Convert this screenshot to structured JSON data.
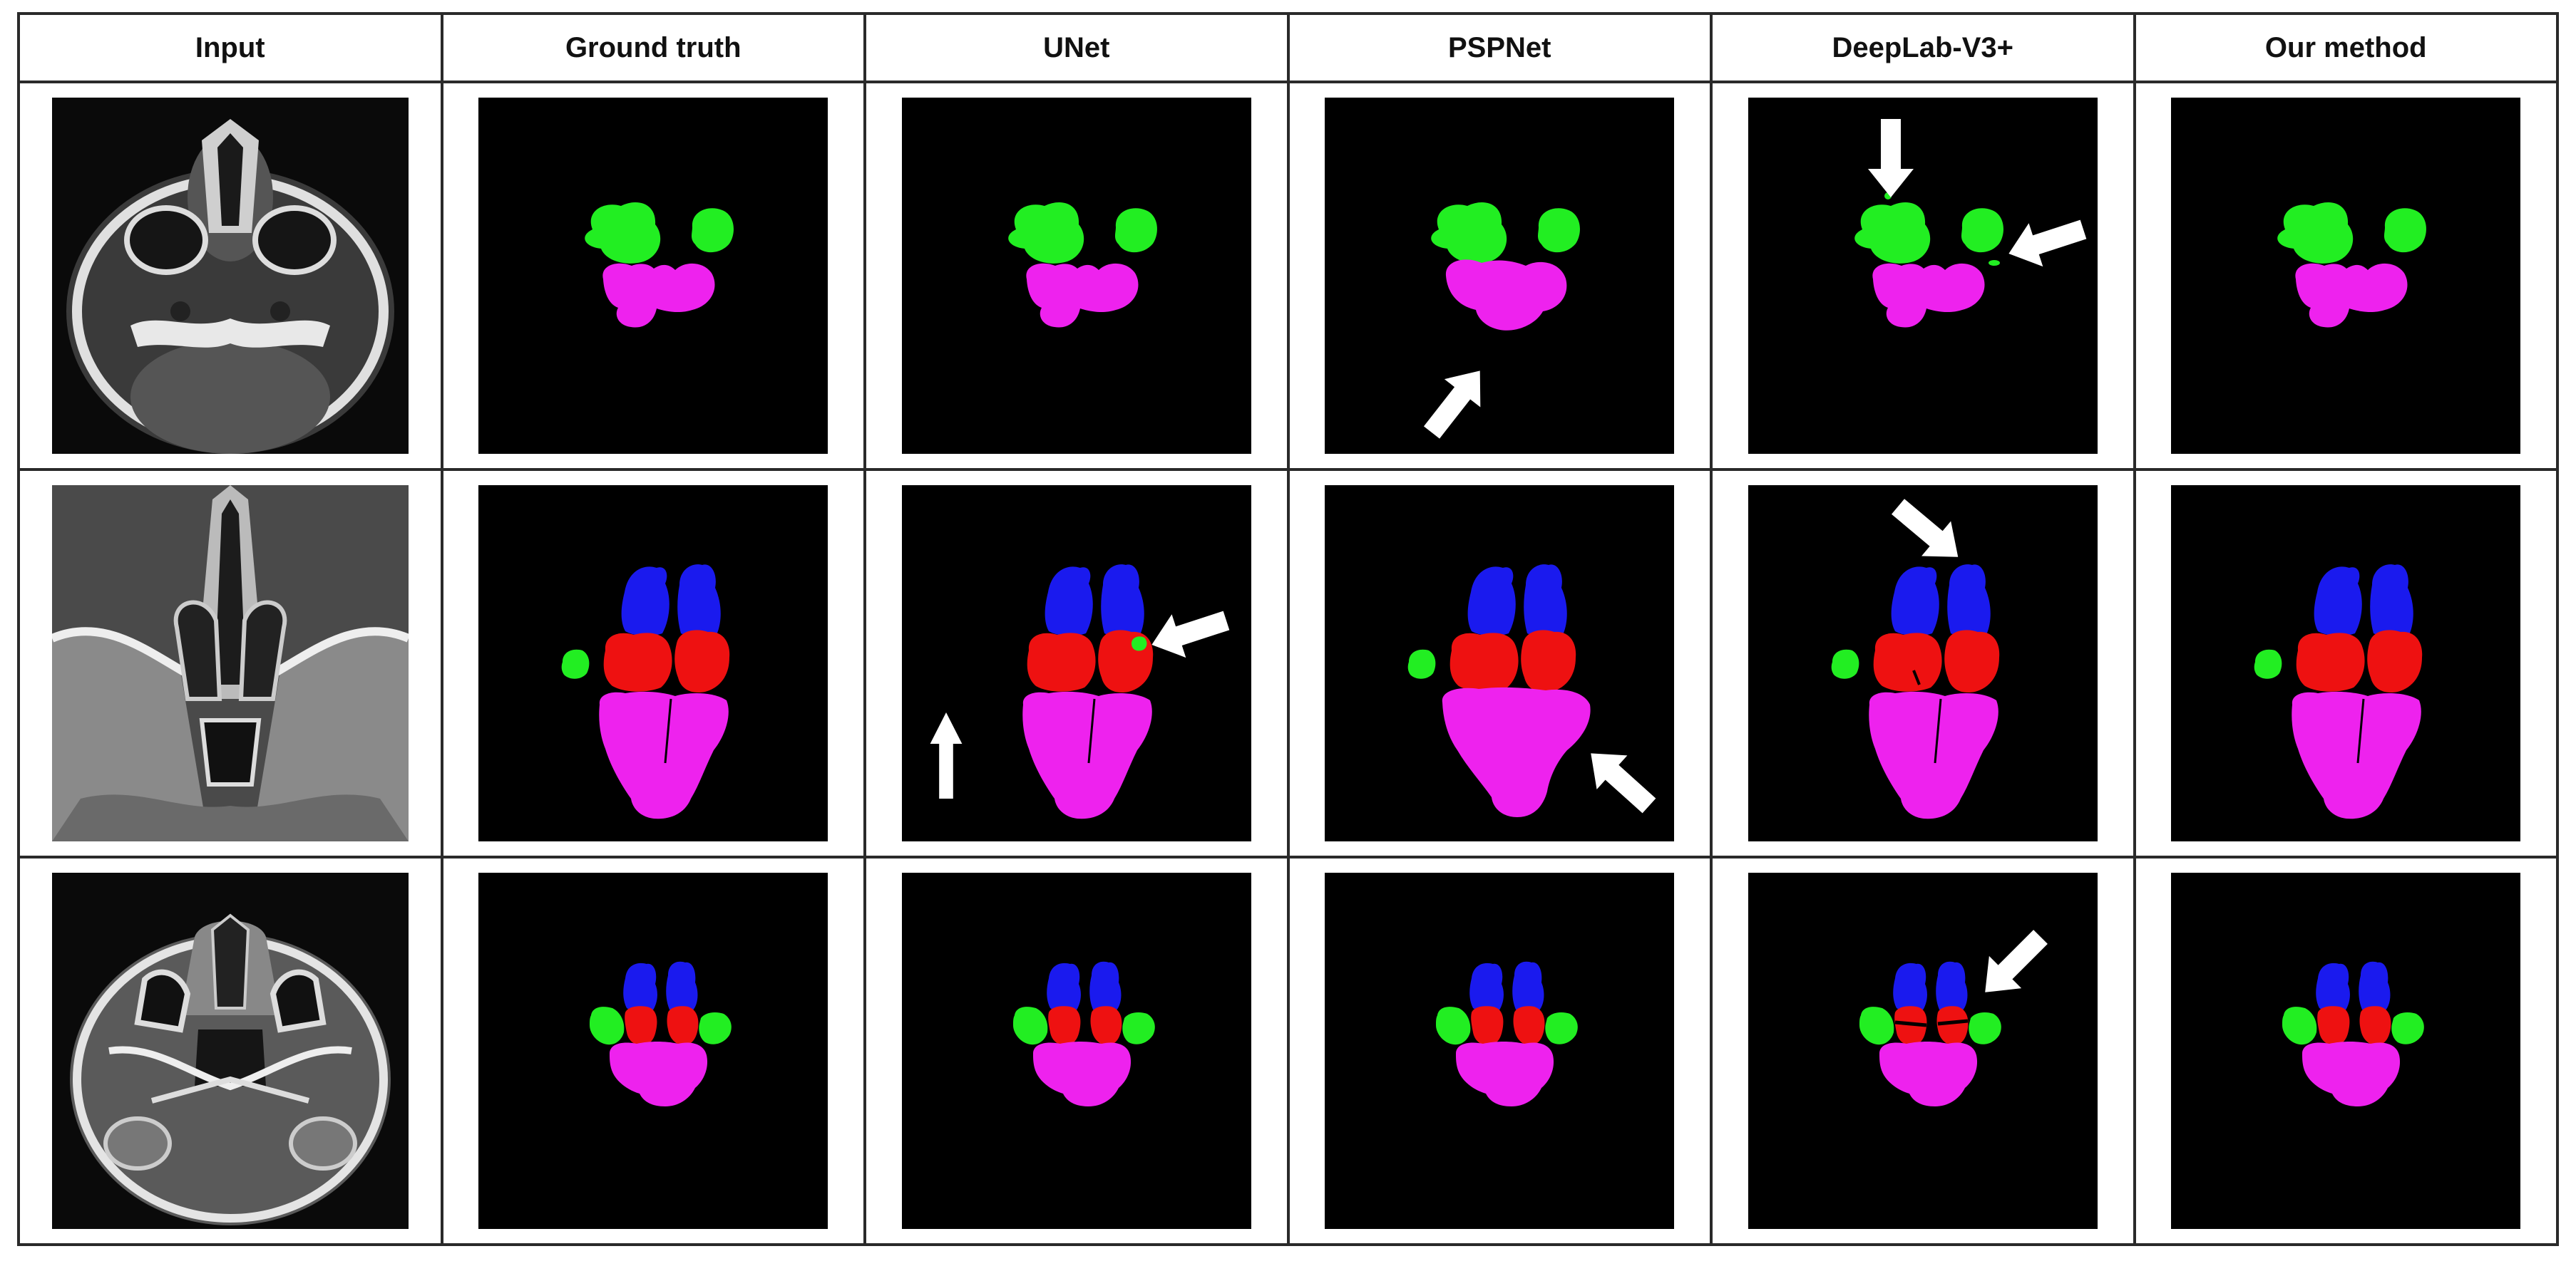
{
  "columns": [
    {
      "key": "input",
      "label": "Input"
    },
    {
      "key": "gt",
      "label": "Ground truth"
    },
    {
      "key": "unet",
      "label": "UNet"
    },
    {
      "key": "pspnet",
      "label": "PSPNet"
    },
    {
      "key": "deeplab",
      "label": "DeepLab-V3+"
    },
    {
      "key": "ours",
      "label": "Our method"
    }
  ],
  "colors": {
    "green_class": "#22ee22",
    "magenta_class": "#ee22ee",
    "blue_class": "#1a1aee",
    "red_class": "#ee1111",
    "background": "#000000",
    "arrow": "#ffffff"
  },
  "rows": [
    {
      "id": "row-1",
      "classes_present": [
        "green",
        "magenta"
      ]
    },
    {
      "id": "row-2",
      "classes_present": [
        "blue",
        "red",
        "green",
        "magenta"
      ]
    },
    {
      "id": "row-3",
      "classes_present": [
        "blue",
        "red",
        "green",
        "magenta"
      ]
    }
  ],
  "error_arrows": [
    {
      "row": 1,
      "column": "pspnet",
      "count": 1
    },
    {
      "row": 1,
      "column": "deeplab",
      "count": 2
    },
    {
      "row": 2,
      "column": "unet",
      "count": 2
    },
    {
      "row": 2,
      "column": "pspnet",
      "count": 1
    },
    {
      "row": 2,
      "column": "deeplab",
      "count": 1
    },
    {
      "row": 3,
      "column": "deeplab",
      "count": 1
    }
  ]
}
